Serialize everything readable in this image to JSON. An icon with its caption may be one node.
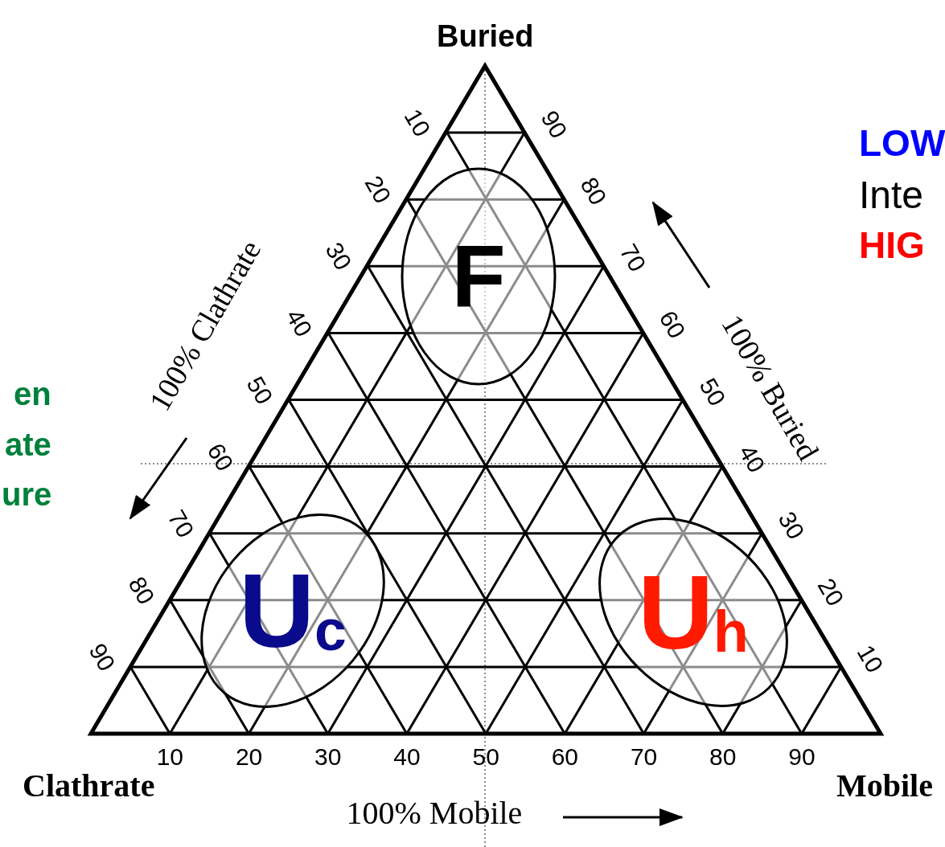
{
  "diagram": {
    "nodes": [
      {
        "text": [
          "F"
        ]
      },
      {
        "text": [
          "U$_{c}$"
        ]
      },
      {
        "text": [
          "U$_{h}$"
        ]
      }
    ],
    "labels": [
      "Buried",
      "LOW",
      "Inte",
      "HIG",
      "100% Clathrate",
      "100% Buried",
      "en",
      "ate",
      "ure",
      "10",
      "20",
      "30",
      "40",
      "50",
      "60",
      "70",
      "80",
      "90",
      "90",
      "80",
      "70",
      "60",
      "50",
      "40",
      "30",
      "20",
      "10",
      "10",
      "20",
      "30",
      "40",
      "50",
      "60",
      "70",
      "80",
      "90",
      "Clathrate",
      "Mobile",
      "100% Mobile"
    ]
  }
}
